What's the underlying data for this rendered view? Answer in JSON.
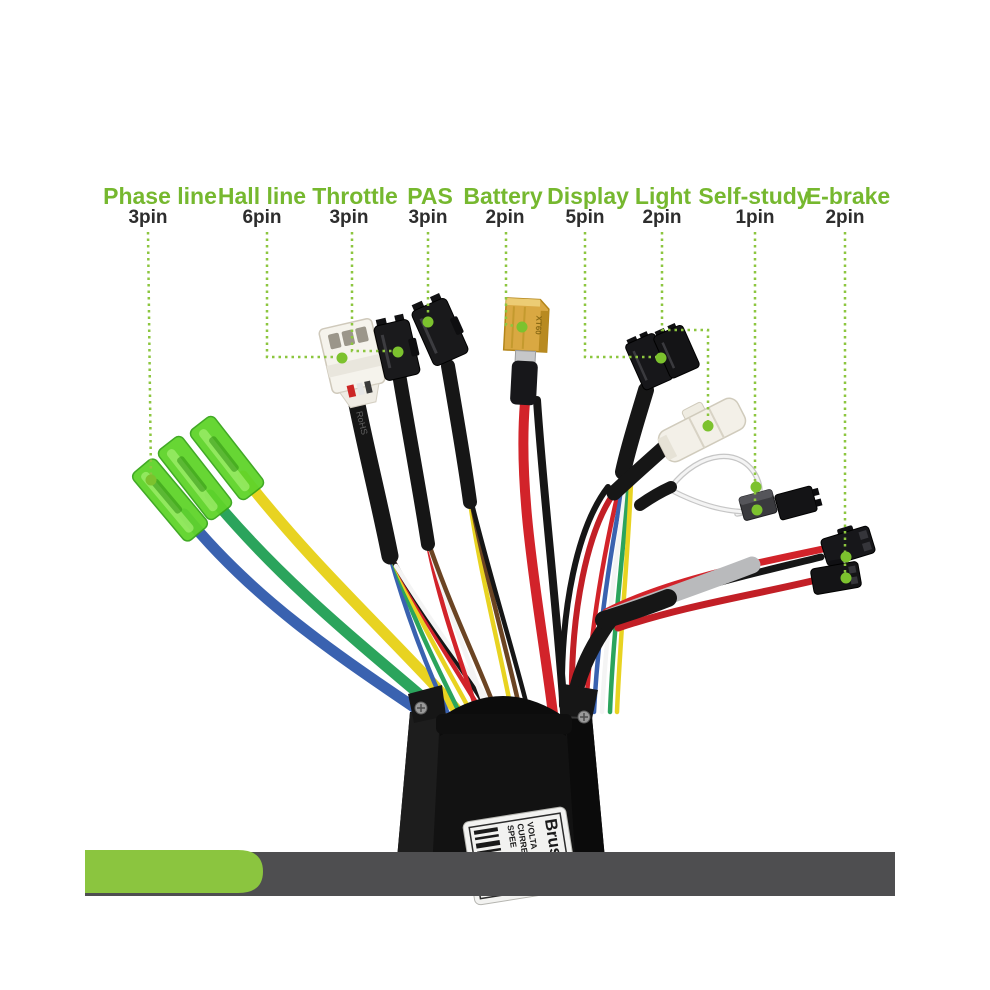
{
  "image_type": "e-bike brushless controller wiring connector diagram",
  "connector_labels": [
    {
      "name": "Phase line",
      "pins": "3pin"
    },
    {
      "name": "Hall line",
      "pins": "6pin"
    },
    {
      "name": "Throttle",
      "pins": "3pin"
    },
    {
      "name": "PAS",
      "pins": "3pin"
    },
    {
      "name": "Battery",
      "pins": "2pin"
    },
    {
      "name": "Display",
      "pins": "5pin"
    },
    {
      "name": "Light",
      "pins": "2pin"
    },
    {
      "name": "Self-study",
      "pins": "1pin"
    },
    {
      "name": "E-brake",
      "pins": "2pin"
    }
  ],
  "controller": {
    "brand_label": "Brus",
    "spec_lines": [
      "VOLTA",
      "CURRE",
      "SPEE"
    ]
  },
  "battery_connector_text": "XT60",
  "cable_print": "RoHS",
  "colors": {
    "label_green": "#76b82f",
    "pin_dark": "#2d2d2d",
    "leader_green": "#8cc63f",
    "dot_green": "#7cc22e",
    "band_gray": "#4e4e50",
    "band_green": "#8bc53f",
    "wire_blue": "#3a62b0",
    "wire_green": "#2ba45c",
    "wire_yellow": "#e8d321",
    "wire_red": "#d2232a",
    "wire_red2": "#c21f26",
    "wire_black": "#161616",
    "wire_white": "#f4f4f4",
    "wire_wgray": "#c6c6c6",
    "wire_brown": "#6b4423",
    "sheath_silver": "#b9babc",
    "spade_green": "#5fd42a",
    "xt60_gold": "#d9a842"
  }
}
